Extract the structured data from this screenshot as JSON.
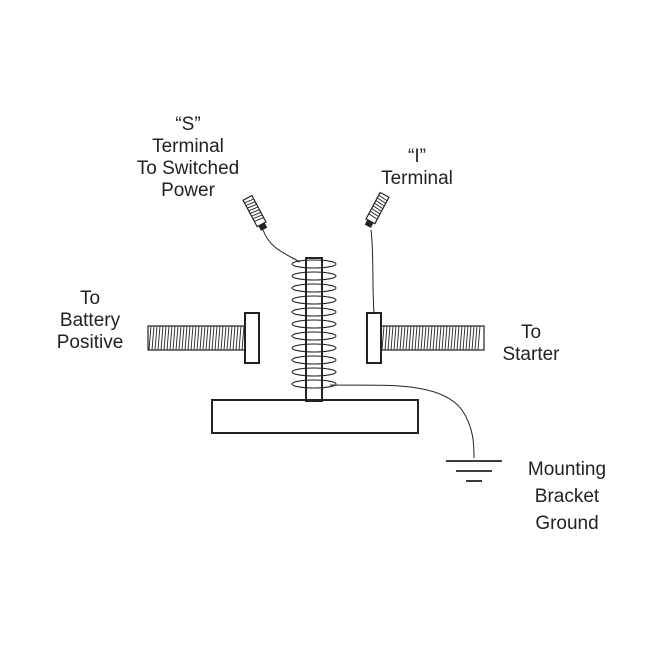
{
  "labels": {
    "s_terminal": [
      "“S”",
      "Terminal",
      "To Switched",
      "Power"
    ],
    "i_terminal": [
      "“I”",
      "Terminal"
    ],
    "battery": [
      "To",
      "Battery",
      "Positive"
    ],
    "starter": [
      "To",
      "Starter"
    ],
    "ground": [
      "Mounting",
      "Bracket",
      "Ground"
    ]
  },
  "colors": {
    "stroke": "#222222",
    "background": "#ffffff"
  }
}
